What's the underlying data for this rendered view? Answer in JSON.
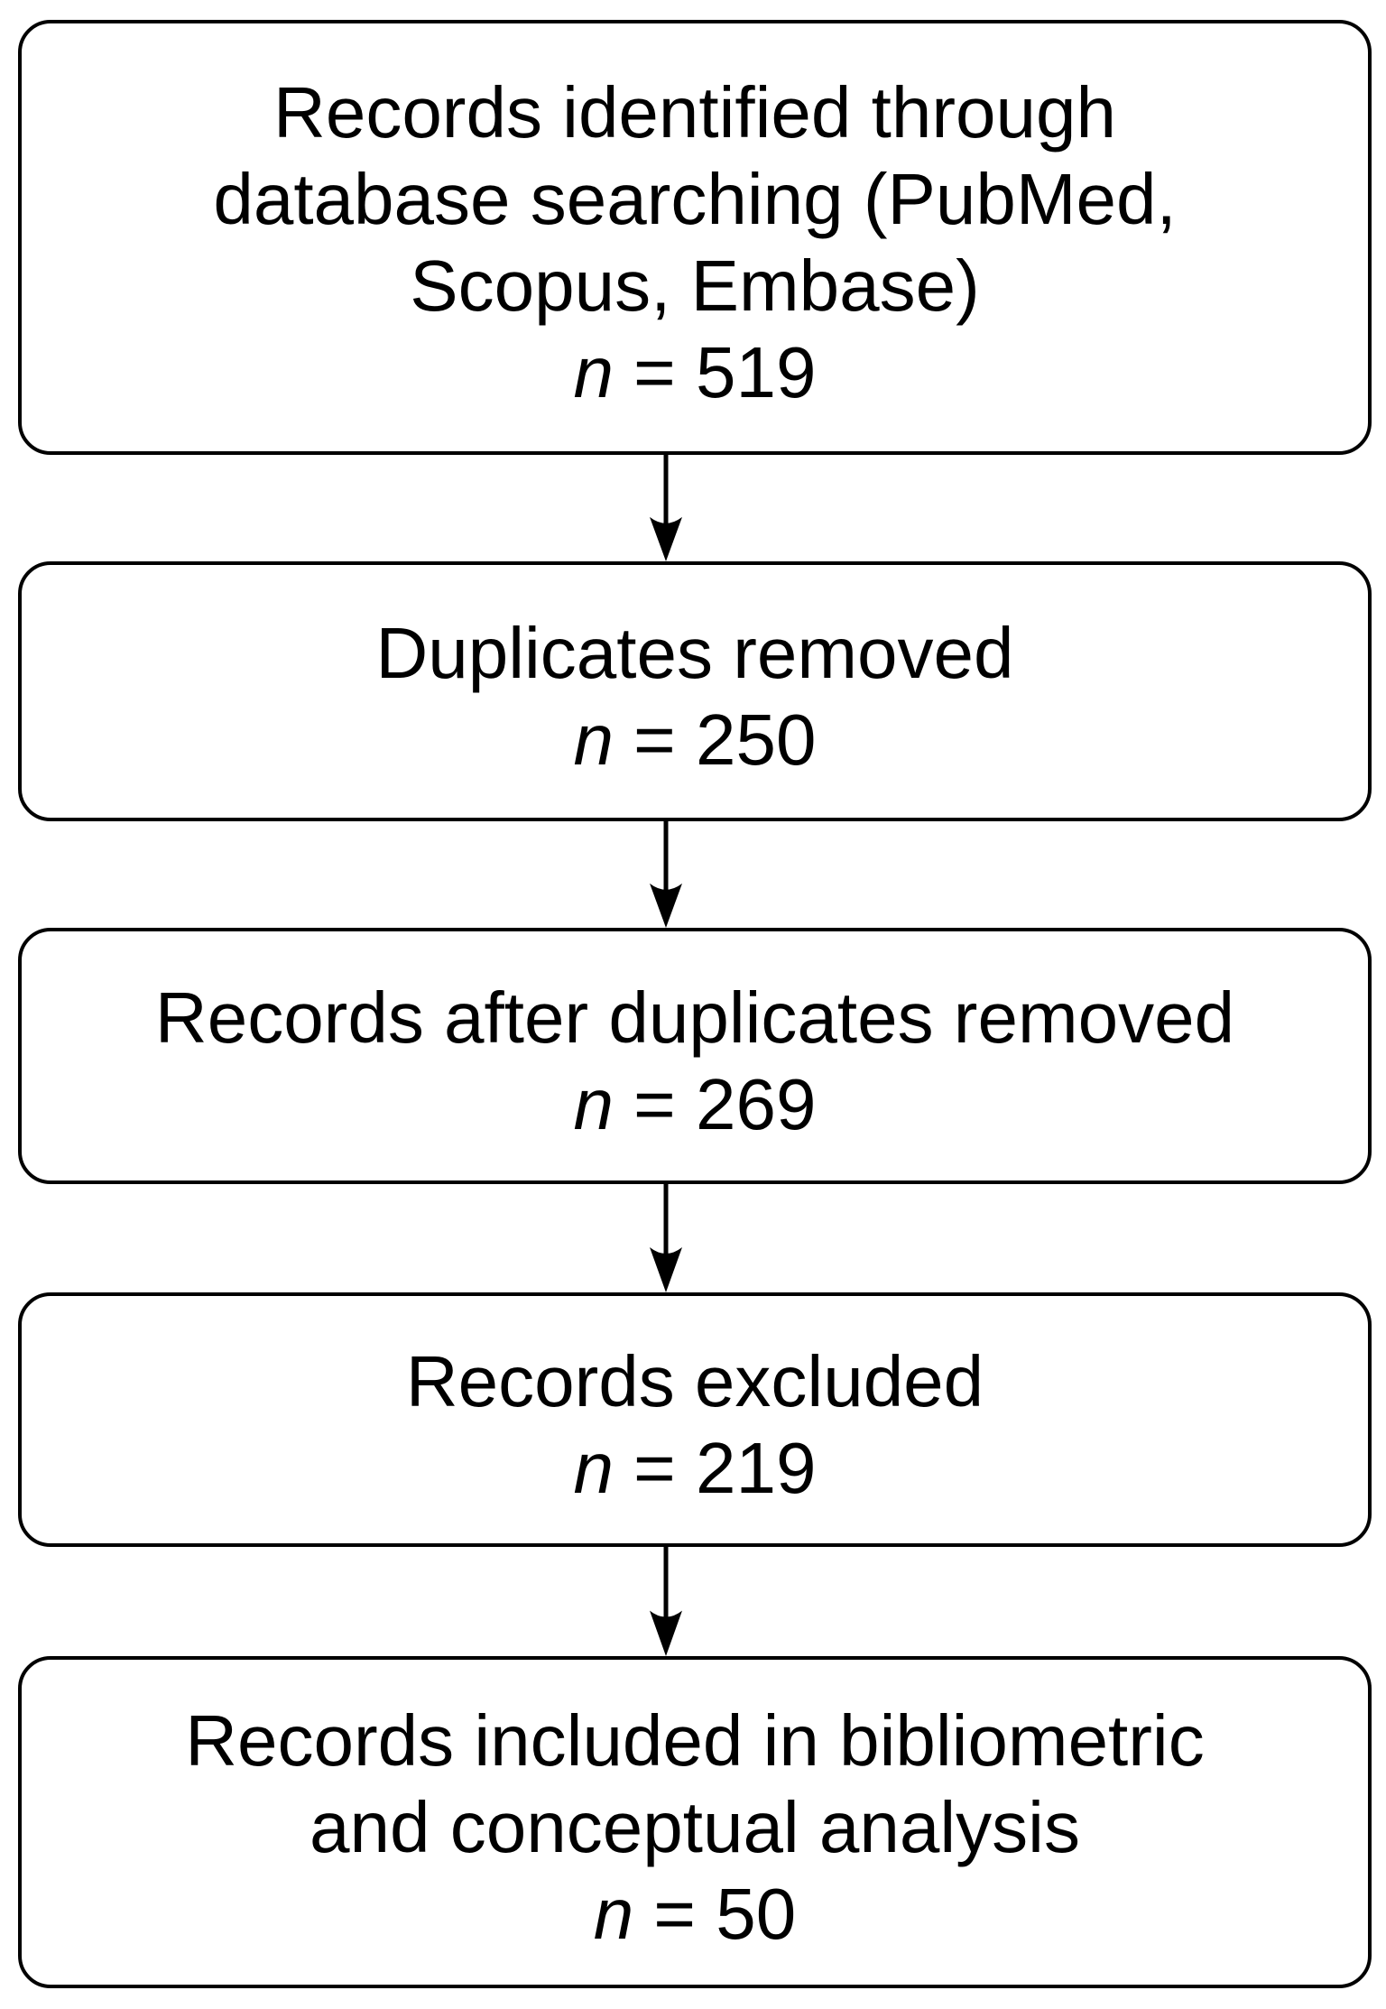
{
  "boxes": [
    {
      "id": "records-identified",
      "lines": [
        "Records identified through",
        "database searching (PubMed,",
        "Scopus, Embase)"
      ],
      "n_var": "n",
      "n_value": "= 519"
    },
    {
      "id": "duplicates-removed",
      "lines": [
        "Duplicates removed"
      ],
      "n_var": "n",
      "n_value": "= 250"
    },
    {
      "id": "records-after-duplicates",
      "lines": [
        "Records after duplicates removed"
      ],
      "n_var": "n",
      "n_value": "= 269"
    },
    {
      "id": "records-excluded",
      "lines": [
        "Records excluded"
      ],
      "n_var": "n",
      "n_value": "= 219"
    },
    {
      "id": "records-included",
      "lines": [
        "Records included in bibliometric",
        "and conceptual analysis"
      ],
      "n_var": "n",
      "n_value": "= 50"
    }
  ],
  "counts": {
    "identified": 519,
    "duplicates_removed": 250,
    "after_duplicates": 269,
    "excluded": 219,
    "included": 50
  },
  "colors": {
    "border": "#000000",
    "text": "#000000",
    "background": "#ffffff"
  }
}
